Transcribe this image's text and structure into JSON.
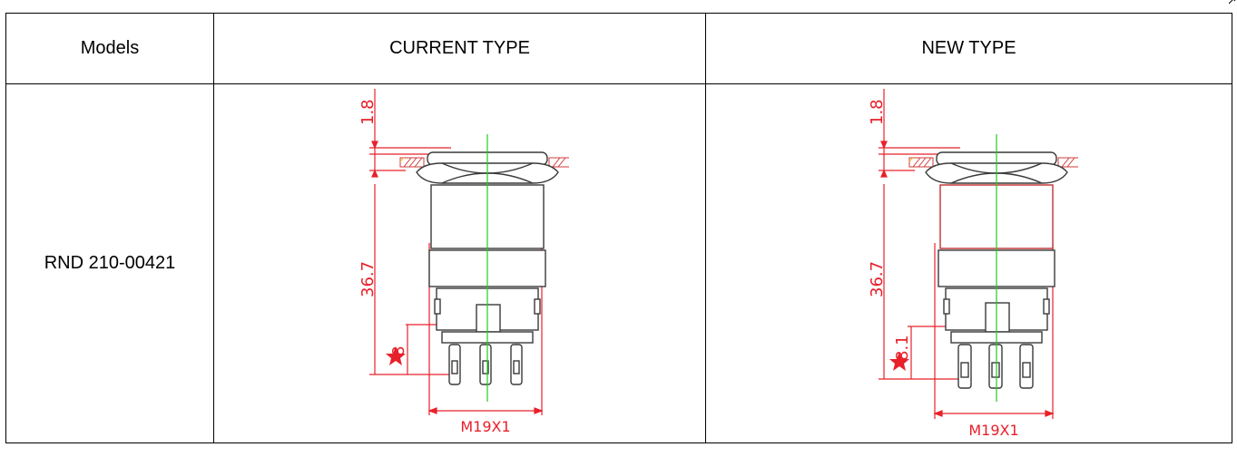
{
  "table": {
    "headers": {
      "models": "Models",
      "current": "CURRENT TYPE",
      "new": "NEW TYPE"
    },
    "rows": [
      {
        "model": "RND 210-00421",
        "current_drawing": {
          "top_dim": "1.8",
          "height_dim": "36.7",
          "pin_dim": "8",
          "thread": "M19X1"
        },
        "new_drawing": {
          "top_dim": "1.8",
          "height_dim": "36.7",
          "pin_dim": "8.1",
          "thread": "M19X1"
        }
      }
    ]
  },
  "colors": {
    "dimension": "#e8202a",
    "outline": "#3a3a3a",
    "axis": "#22cc22",
    "hatch": "#d23a3a",
    "accent": "#f0c020"
  }
}
